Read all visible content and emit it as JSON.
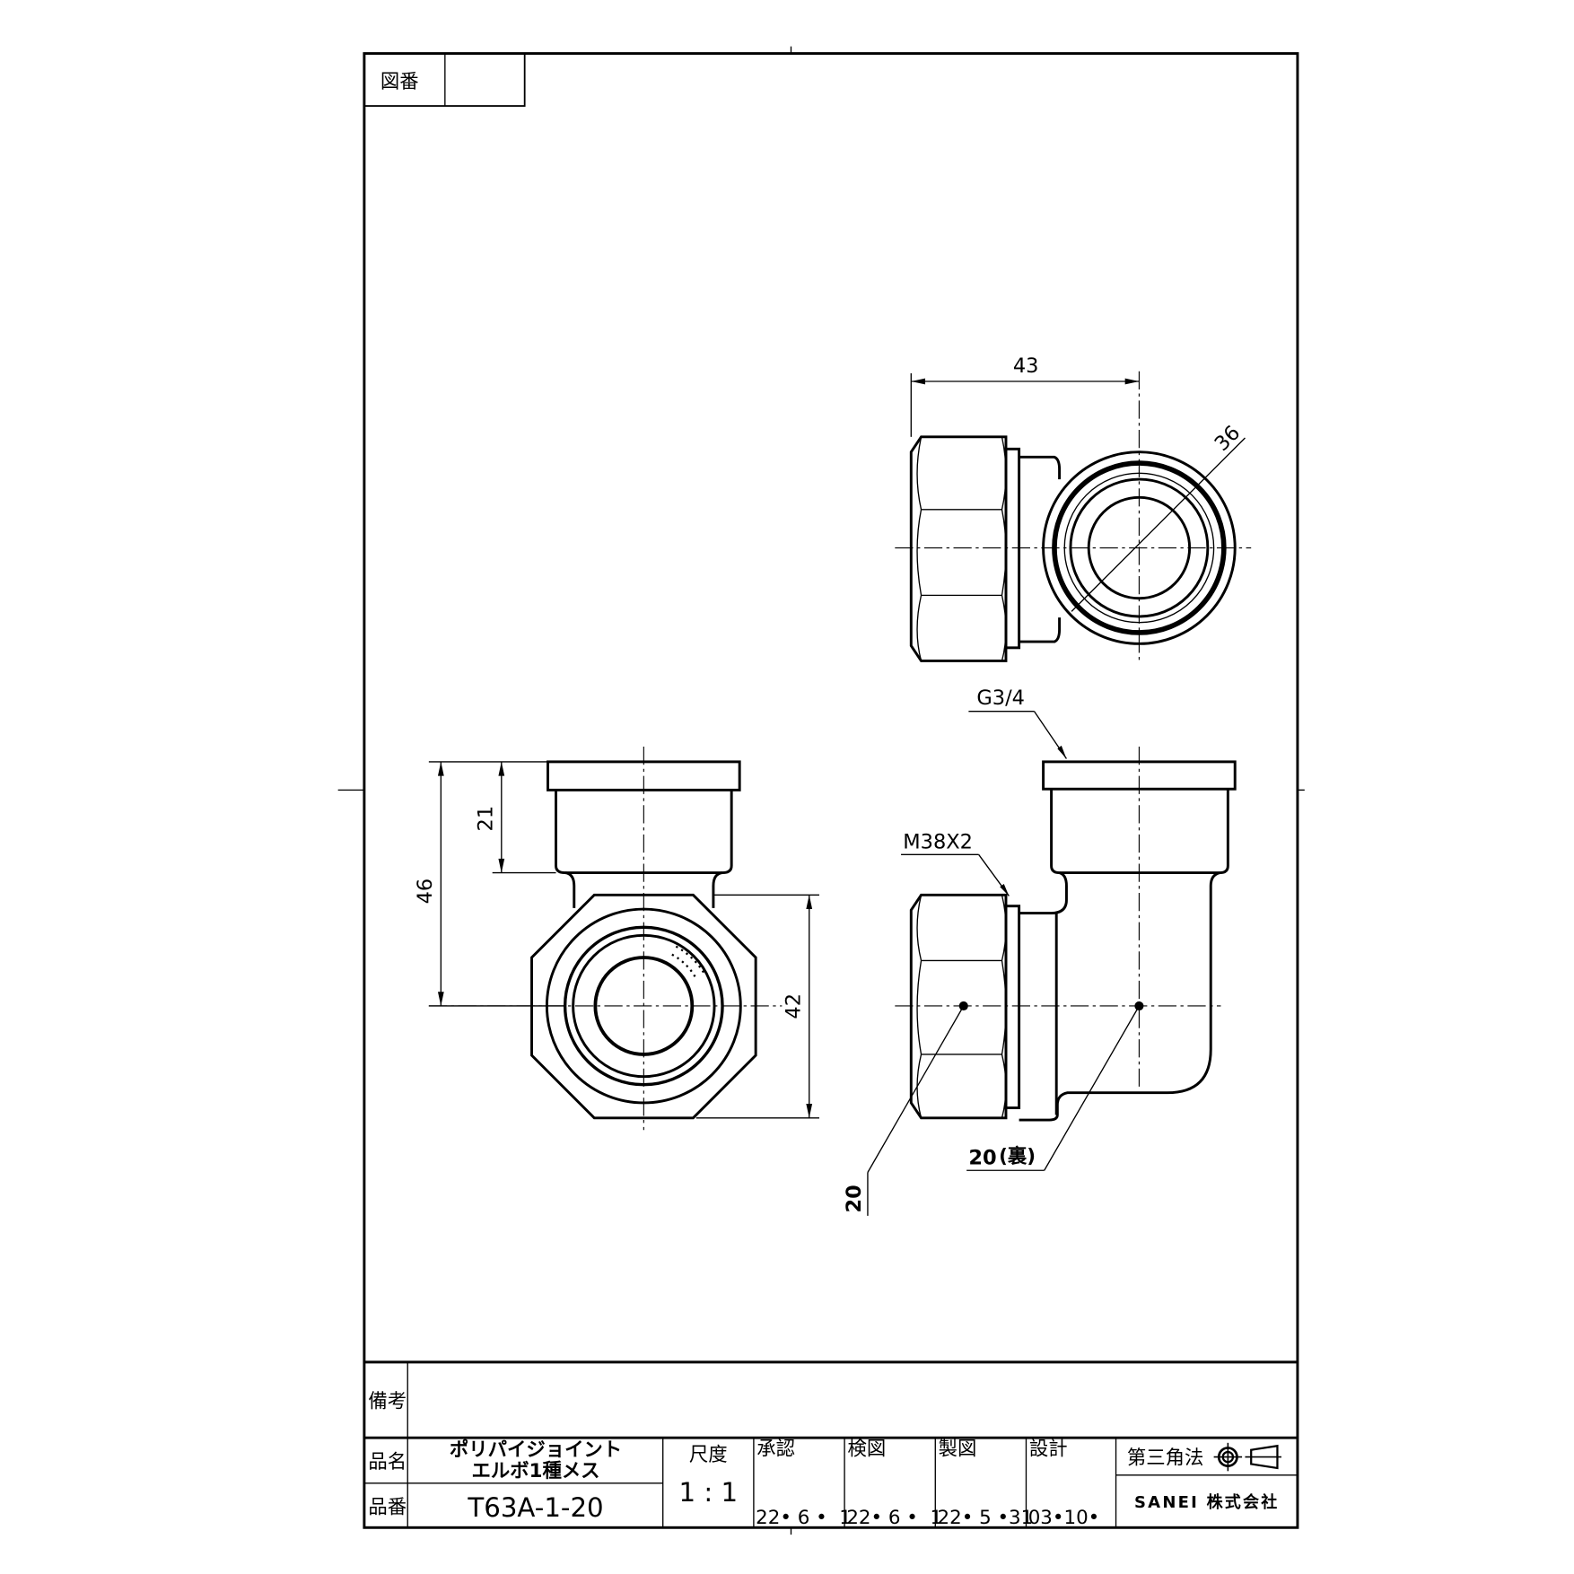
{
  "drawing_number": {
    "label": "図番",
    "value": ""
  },
  "dimensions": {
    "width_43": "43",
    "diameter_36": "36",
    "thread_g": "G3/4",
    "thread_m": "M38X2",
    "height_46": "46",
    "height_21": "21",
    "hex_42": "42",
    "size_20": "20",
    "size_20_back": "20",
    "back_note": "(裏)"
  },
  "title_block": {
    "remarks_label": "備考",
    "remarks_value": "",
    "name_label": "品名",
    "name_line1": "ポリパイジョイント",
    "name_line2": "エルボ1種メス",
    "number_label": "品番",
    "part_number": "T63A-1-20",
    "scale_label": "尺度",
    "scale_value": "1 : 1",
    "approved_label": "承認",
    "approved_date": "22• 6 •  1",
    "checked_label": "検図",
    "checked_date": "22• 6 •  1",
    "drawn_label": "製図",
    "drawn_date": "22• 5 •31",
    "design_label": "設計",
    "design_date": "03•10•",
    "projection_label": "第三角法",
    "company": "SANEI 株式会社"
  }
}
